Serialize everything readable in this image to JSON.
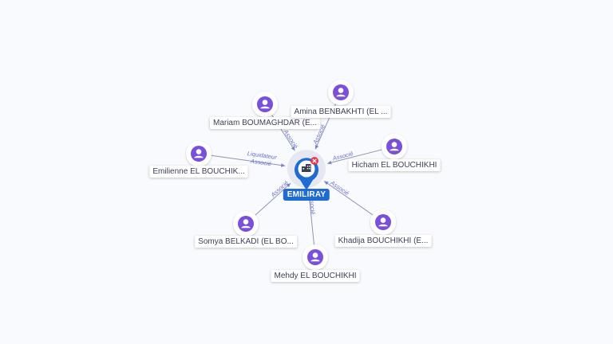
{
  "colors": {
    "person_node": "#7a4fd9",
    "company_node": "#1e6bd6",
    "edge_label": "#6a70c8",
    "badge": "#e23b4f"
  },
  "center": {
    "label": "EMILIRAY",
    "icon": "building-icon",
    "badge_icon": "close-icon"
  },
  "nodes": [
    {
      "id": "mariam",
      "label": "Mariam BOUMAGHDAR (E...",
      "icon": "person-icon"
    },
    {
      "id": "amina",
      "label": "Amina BENBAKHTI (EL ...",
      "icon": "person-icon"
    },
    {
      "id": "hicham",
      "label": "Hicham EL BOUCHIKHI",
      "icon": "person-icon"
    },
    {
      "id": "emilienne",
      "label": "Emilienne EL BOUCHIK...",
      "icon": "person-icon"
    },
    {
      "id": "somya",
      "label": "Somya BELKADI (EL BO...",
      "icon": "person-icon"
    },
    {
      "id": "mehdy",
      "label": "Mehdy EL BOUCHIKHI",
      "icon": "person-icon"
    },
    {
      "id": "khadija",
      "label": "Khadija BOUCHIKHI (E...",
      "icon": "person-icon"
    }
  ],
  "edges": [
    {
      "node": "mariam",
      "labels": [
        "Associé"
      ]
    },
    {
      "node": "amina",
      "labels": [
        "Associé"
      ]
    },
    {
      "node": "hicham",
      "labels": [
        "Associé"
      ]
    },
    {
      "node": "emilienne",
      "labels": [
        "Liquidateur",
        "Associé"
      ]
    },
    {
      "node": "somya",
      "labels": [
        "Associé"
      ]
    },
    {
      "node": "mehdy",
      "labels": [
        "Associé"
      ]
    },
    {
      "node": "khadija",
      "labels": [
        "Associé"
      ]
    }
  ]
}
